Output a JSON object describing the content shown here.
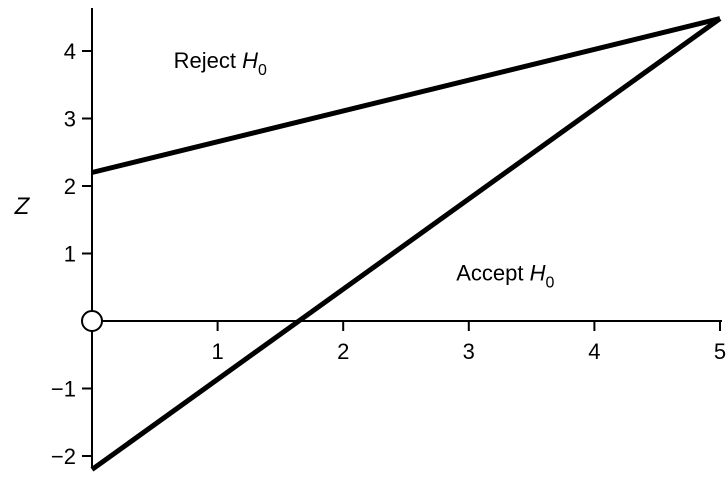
{
  "chart_data": {
    "type": "line",
    "title": "",
    "xlabel": "",
    "ylabel": "Z",
    "xlim": [
      0,
      5
    ],
    "ylim": [
      -2.2,
      4.5
    ],
    "grid": false,
    "xticks": [
      1,
      2,
      3,
      4,
      5
    ],
    "xtick_labels": [
      "1",
      "2",
      "3",
      "4",
      "5"
    ],
    "yticks": [
      -2,
      -1,
      1,
      2,
      3,
      4
    ],
    "ytick_labels": [
      "−2",
      "−1",
      "1",
      "2",
      "3",
      "4"
    ],
    "series": [
      {
        "x": [
          0,
          5
        ],
        "y": [
          2.2,
          4.48
        ]
      },
      {
        "x": [
          0,
          5
        ],
        "y": [
          -2.2,
          4.48
        ]
      }
    ],
    "origin_marker": {
      "x": 0,
      "y": 0,
      "shape": "open-circle"
    },
    "annotations": [
      {
        "name": "reject",
        "text": "Reject ",
        "symbol": "H",
        "subscript": "0",
        "x": 0.65,
        "y": 3.75
      },
      {
        "name": "accept",
        "text": "Accept ",
        "symbol": "H",
        "subscript": "0",
        "x": 2.9,
        "y": 0.6
      }
    ],
    "colors": {
      "line": "#000000",
      "axis": "#000000",
      "background": "#ffffff"
    }
  }
}
